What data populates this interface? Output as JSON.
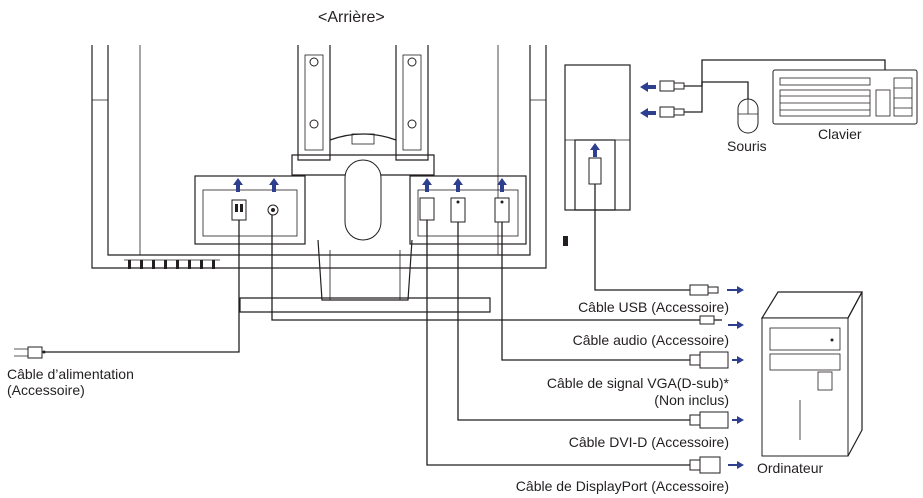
{
  "title": "<Arrière>",
  "labels": {
    "keyboard": "Clavier",
    "mouse": "Souris",
    "usb_cable": "Câble USB (Accessoire)",
    "audio_cable": "Câble audio (Accessoire)",
    "vga_cable": "Câble de signal VGA(D-sub)*",
    "vga_note": "(Non inclus)",
    "dvi_cable": "Câble DVI-D (Accessoire)",
    "displayport_cable": "Câble de DisplayPort (Accessoire)",
    "power_cable": "Câble d’alimentation",
    "power_note": "(Accessoire)",
    "computer": "Ordinateur"
  },
  "colors": {
    "arrow": "#2e3f8f",
    "line": "#231f20"
  }
}
